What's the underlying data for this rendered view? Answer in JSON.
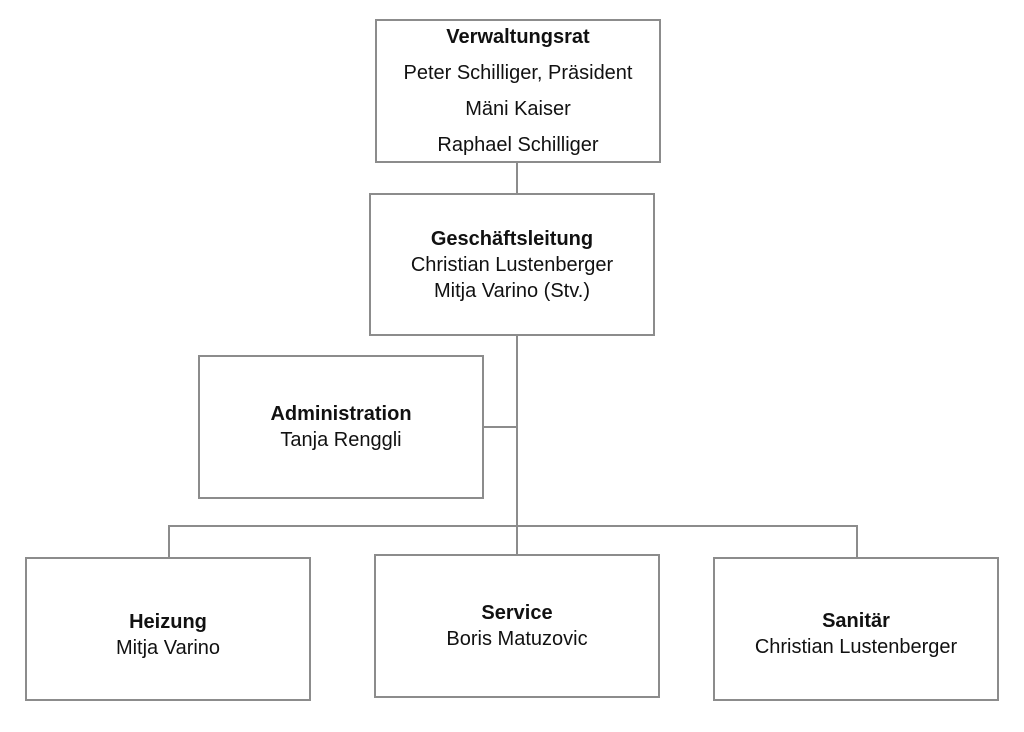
{
  "verwaltungsrat": {
    "title": "Verwaltungsrat",
    "members": [
      "Peter Schilliger, Präsident",
      "Mäni Kaiser",
      "Raphael Schilliger"
    ]
  },
  "geschaeftsleitung": {
    "title": "Geschäftsleitung",
    "members": [
      "Christian Lustenberger",
      "Mitja Varino (Stv.)"
    ]
  },
  "administration": {
    "title": "Administration",
    "members": [
      "Tanja Renggli"
    ]
  },
  "departments": [
    {
      "title": "Heizung",
      "members": [
        "Mitja Varino"
      ]
    },
    {
      "title": "Service",
      "members": [
        "Boris Matuzovic"
      ]
    },
    {
      "title": "Sanitär",
      "members": [
        "Christian Lustenberger"
      ]
    }
  ],
  "colors": {
    "border": "#8c8c8c",
    "text": "#111111",
    "background": "#ffffff"
  }
}
